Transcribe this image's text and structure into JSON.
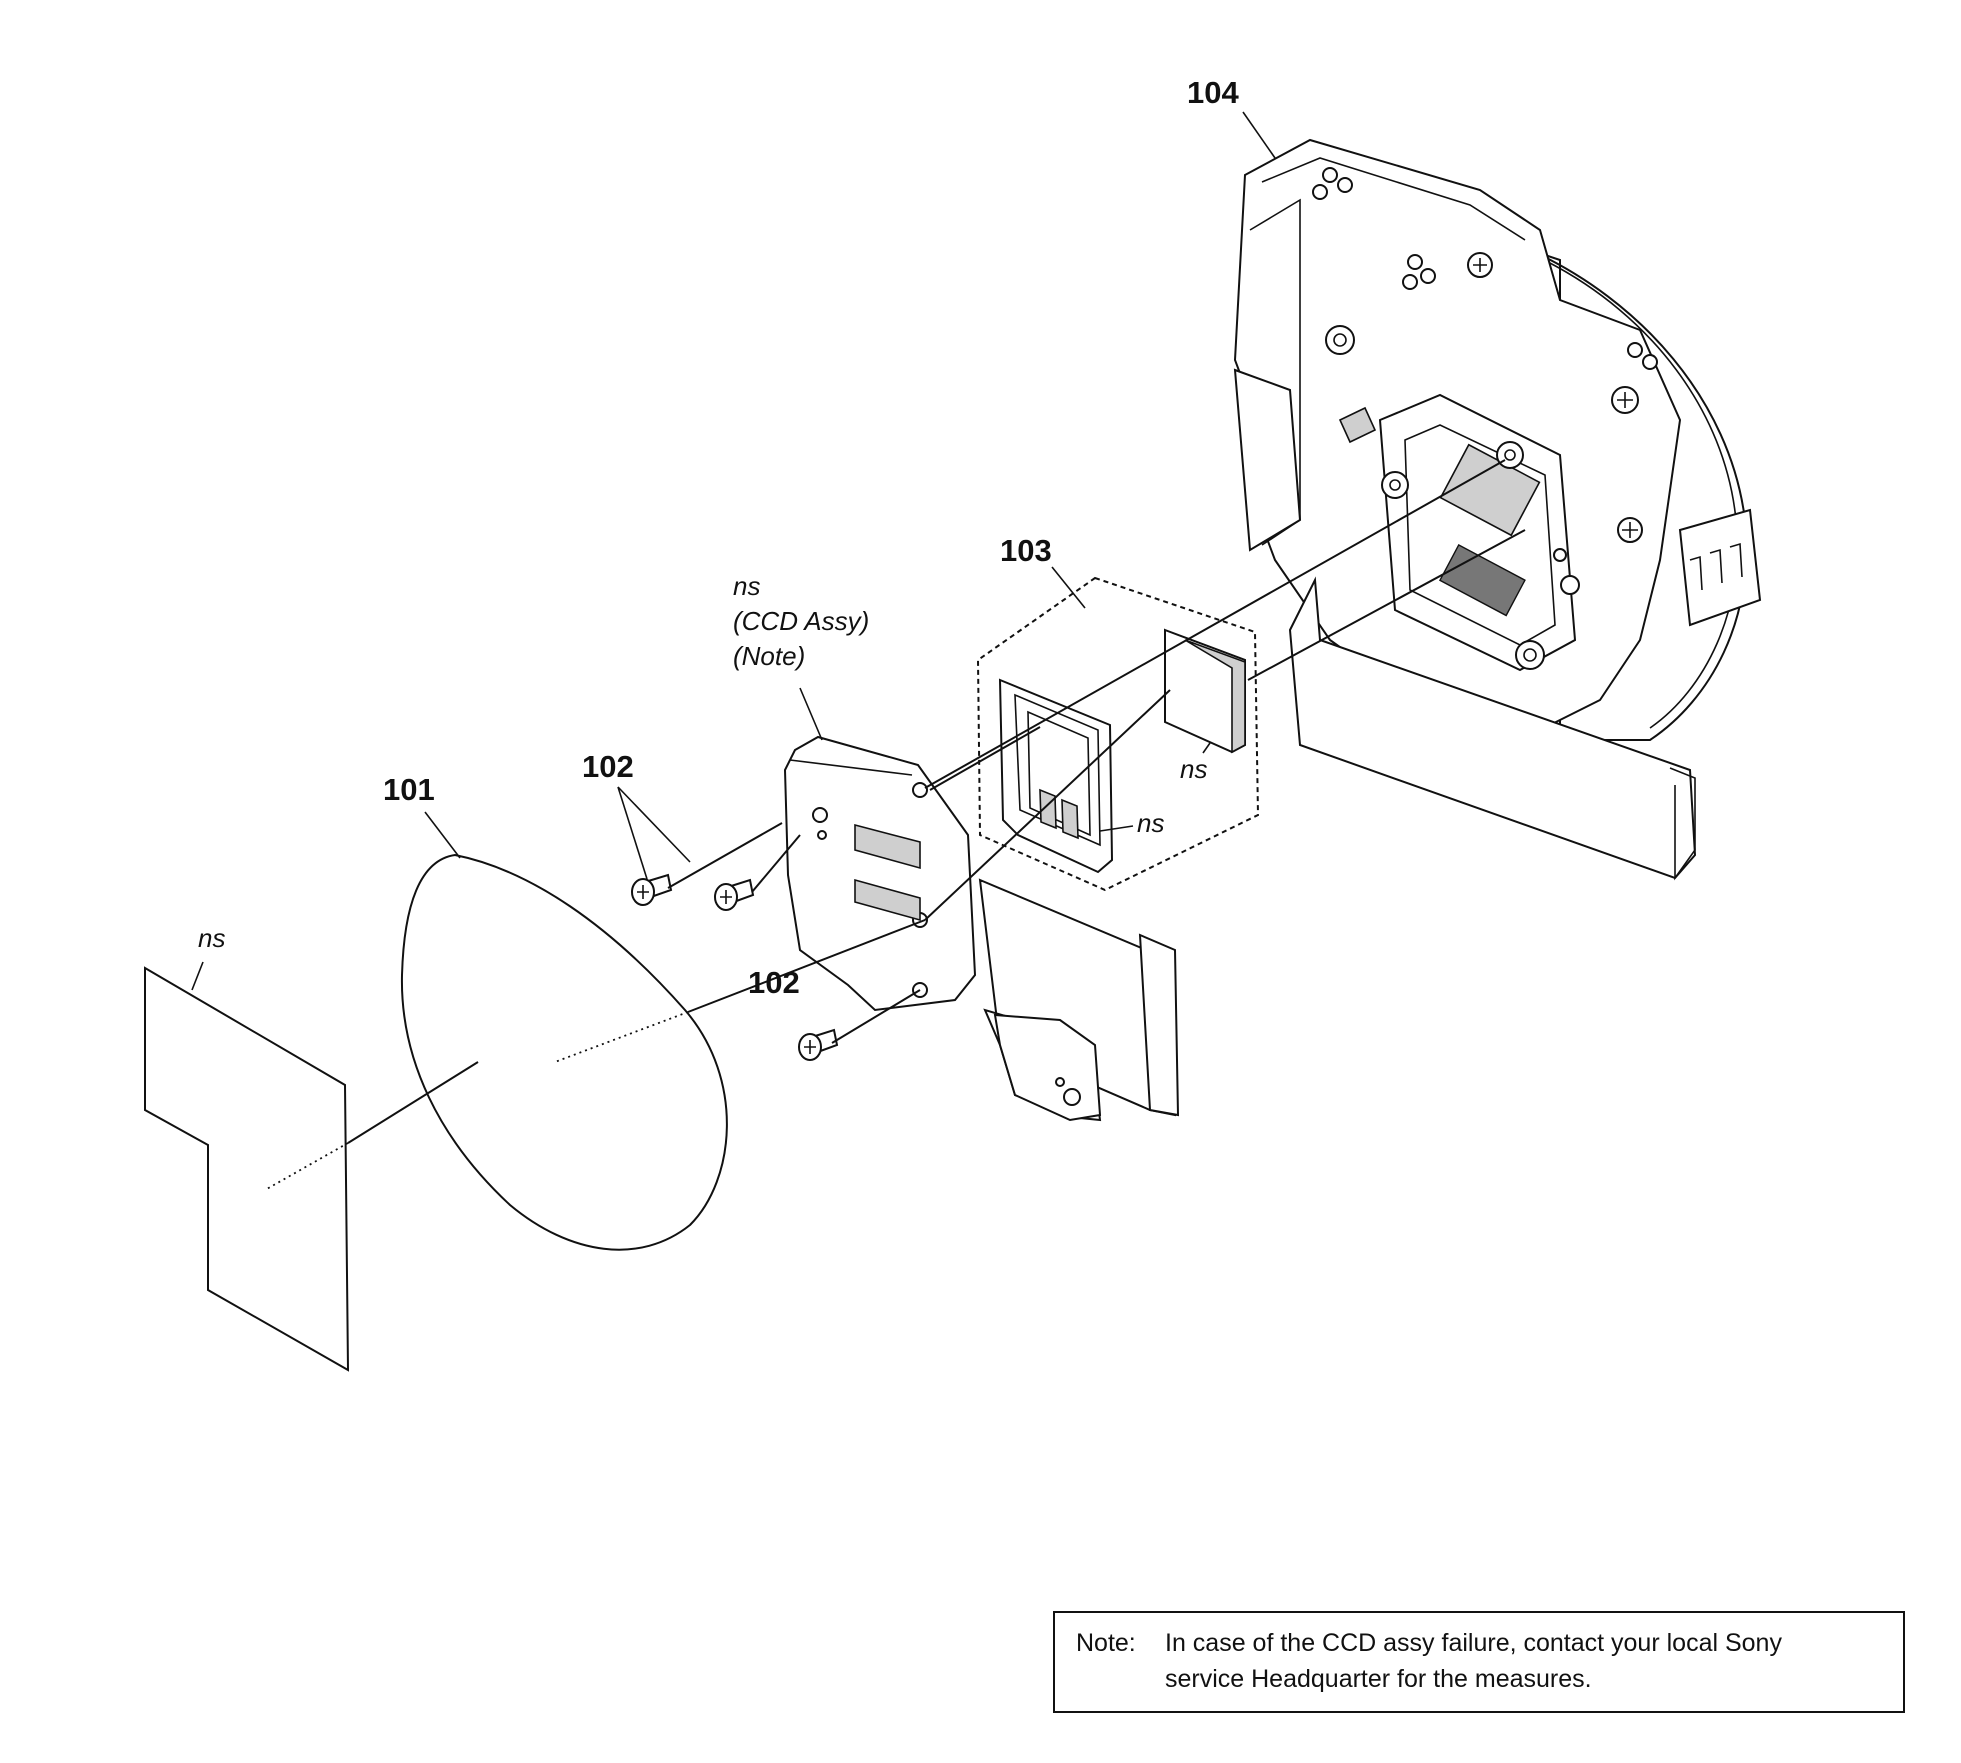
{
  "labels": {
    "p101": "101",
    "p102a": "102",
    "p102b": "102",
    "p103": "103",
    "p104": "104"
  },
  "annotations": {
    "ns_sheet": "ns",
    "ns_ccd": "ns",
    "ccd_assy": "(CCD Assy)",
    "ccd_note": "(Note)",
    "ns_filter": "ns",
    "ns_holder": "ns"
  },
  "note": {
    "heading": "Note:",
    "line1": "In case of the CCD assy failure, contact your local Sony",
    "line2": "service Headquarter for the measures."
  }
}
